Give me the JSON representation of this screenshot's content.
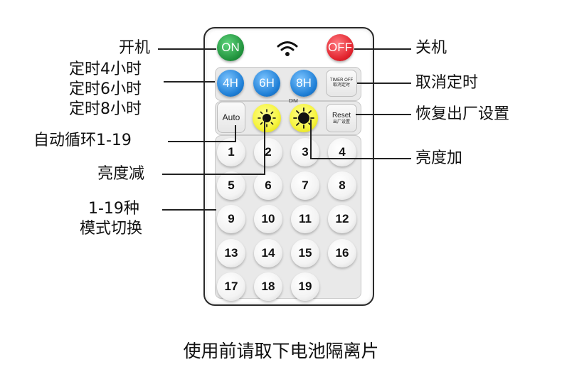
{
  "labels": {
    "power_on": "开机",
    "timer_4h": "定时4小时",
    "timer_6h": "定时6小时",
    "timer_8h": "定时8小时",
    "auto_cycle": "自动循环1-19",
    "dim_down": "亮度减",
    "modes_line1": "1-19种",
    "modes_line2": "模式切换",
    "power_off": "关机",
    "timer_cancel": "取消定时",
    "factory_reset": "恢复出厂设置",
    "dim_up": "亮度加"
  },
  "remote": {
    "on_label": "ON",
    "off_label": "OFF",
    "timer_buttons": [
      "4H",
      "6H",
      "8H"
    ],
    "timer_off_en": "TIMER OFF",
    "timer_off_cn": "取消定时",
    "auto_label": "Auto",
    "dim_label": "DIM",
    "reset_en": "Reset",
    "reset_cn": "出厂设置",
    "numbers": [
      "1",
      "2",
      "3",
      "4",
      "5",
      "6",
      "7",
      "8",
      "9",
      "10",
      "11",
      "12",
      "13",
      "14",
      "15",
      "16",
      "17",
      "18",
      "19"
    ]
  },
  "caption": "使用前请取下电池隔离片",
  "colors": {
    "on_green": "#1e8f3a",
    "off_red": "#e2242e",
    "timer_blue": "#1f7fd6",
    "dim_yellow": "#f7f545"
  },
  "icons": {
    "signal": "wifi-signal-icon",
    "sun": "sun-icon"
  }
}
